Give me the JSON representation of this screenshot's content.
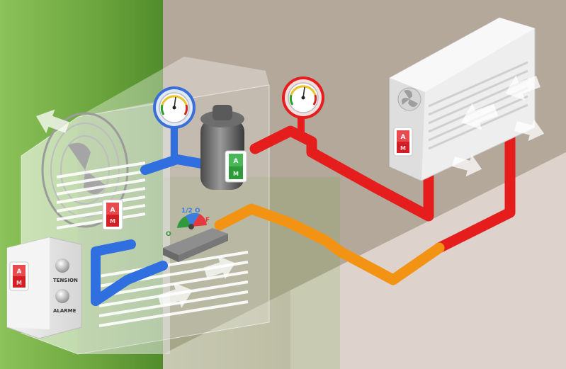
{
  "colors": {
    "wall_green": "#6aa33c",
    "wall_green_light": "#8cc25a",
    "wall_beige": "#b4a89a",
    "floor": "#ddd3cc",
    "pipe_blue": "#2f6fe0",
    "pipe_red": "#e51d1d",
    "pipe_orange": "#f39314",
    "switch_red": "#d11f25",
    "switch_green": "#2f9a3c",
    "unit_grey": "#e8e8e8"
  },
  "icons": {
    "fan": "fan-icon",
    "airflow": "airflow-arrow-icon",
    "gauge": "pressure-gauge-icon",
    "receiver": "refrigerant-receiver-icon",
    "valve": "expansion-valve-icon",
    "switch": "rocker-switch-icon",
    "indicator": "indicator-light-icon"
  },
  "switches": {
    "outdoor_unit": {
      "top": "A",
      "bottom": "M"
    },
    "control_box": {
      "top": "A",
      "bottom": "M"
    },
    "receiver": {
      "top": "A",
      "bottom": "M"
    },
    "indoor_unit": {
      "top": "A",
      "bottom": "M"
    }
  },
  "control_box": {
    "tension_label": "TENSION",
    "alarme_label": "ALARME"
  },
  "valve": {
    "open_label": "O",
    "half_label": "1/2 O",
    "closed_label": "F"
  }
}
